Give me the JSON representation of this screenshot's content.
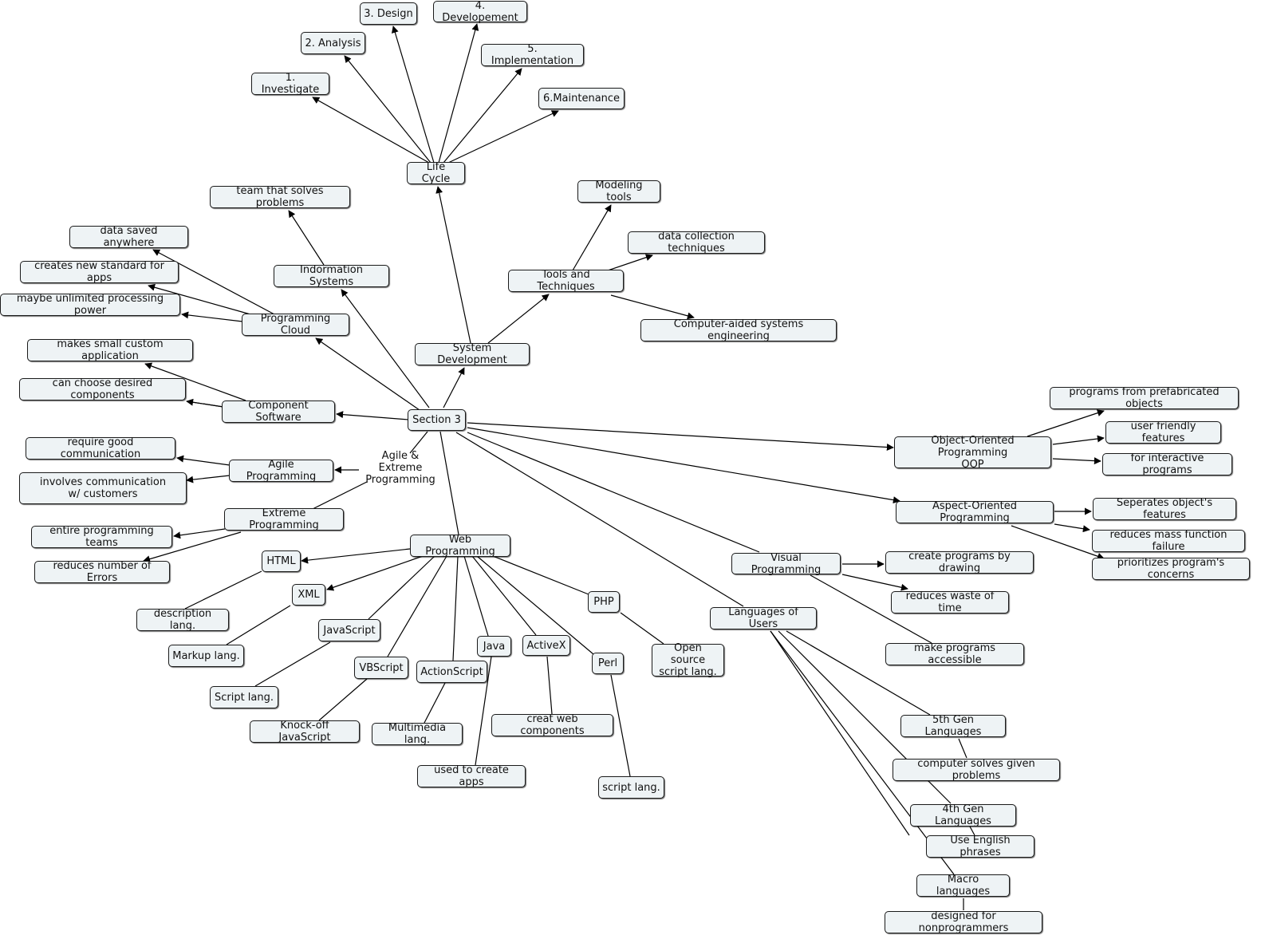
{
  "concept_map": {
    "root": "Section 3",
    "labels": {
      "life_cycle": "Life Cycle",
      "investigate": "1. Investigate",
      "analysis": "2. Analysis",
      "design": "3. Design",
      "development": "4. Developement",
      "implementation": "5. Implementation",
      "maintenance": "6.Maintenance",
      "team_solves": "team that solves problems",
      "info_systems": "Indormation Systems",
      "modeling_tools": "Modeling tools",
      "data_collection": "data collection techniques",
      "tools_techniques": "Tools and Techniques",
      "case": "Computer-aided systems engineering",
      "system_development": "System Development",
      "data_saved": "data saved anywhere",
      "new_standard": "creates new standard for apps",
      "unlimited_power": "maybe unlimited processing power",
      "programming_cloud": "Programming Cloud",
      "small_custom": "makes small custom application",
      "choose_components": "can choose desired components",
      "component_software": "Component Software",
      "section3": "Section 3",
      "require_communication": "require good communication",
      "agile_programming": "Agile Programming",
      "agile_extreme": "Agile & Extreme\nProgramming",
      "involves_communication": "involves communication\nw/ customers",
      "extreme_programming": "Extreme Programming",
      "entire_teams": "entire programming teams",
      "reduces_errors": "reduces number of Errors",
      "web_programming": "Web Programming",
      "html": "HTML",
      "xml": "XML",
      "javascript": "JavaScript",
      "vbscript": "VBScript",
      "actionscript": "ActionScript",
      "java": "Java",
      "activex": "ActiveX",
      "php": "PHP",
      "perl": "Perl",
      "description_lang": "description lang.",
      "markup_lang": "Markup lang.",
      "script_lang1": "Script lang.",
      "knockoff_js": "Knock-off JavaScript",
      "multimedia_lang": "Multimedia lang.",
      "create_apps": "used to create apps",
      "web_components": "creat web components",
      "script_lang2": "script lang.",
      "open_source": "Open source\nscript lang.",
      "oop": "Object-Oriented Programming\nOOP",
      "prefab_objects": "programs from prefabricated objects",
      "user_friendly": "user friendly features",
      "interactive": "for interactive programs",
      "aop": "Aspect-Oriented Programming",
      "separates_features": "Seperates object's features",
      "reduces_failure": "reduces mass function failure",
      "prioritizes": "prioritizes program's concerns",
      "visual_programming": "Visual Programming",
      "create_drawing": "create programs by drawing",
      "reduces_waste": "reduces waste of time",
      "accessible": "make programs accessible",
      "languages_users": "Languages of Users",
      "fifth_gen": "5th Gen Languages",
      "computer_solves": "computer solves given problems",
      "fourth_gen": "4th Gen Languages",
      "english_phrases": "Use English phrases",
      "macro": "Macro languages",
      "nonprogrammers": "designed for nonprogrammers"
    }
  }
}
